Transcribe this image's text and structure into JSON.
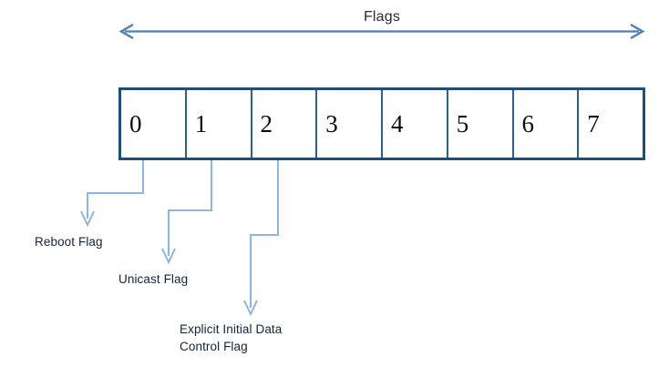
{
  "diagram": {
    "title": "Flags",
    "span_label": "Flags",
    "span_arrow_icon": "double-headed-horizontal-arrow-icon",
    "colors": {
      "box_border": "#1F4E79",
      "cell_divider": "#2E5F8F",
      "span_arrow": "#4A7EBC",
      "leader_line": "#8DB4E2",
      "label_text": "#12233B",
      "digit_text": "#0C0C0C",
      "background": "#FFFFFF"
    },
    "bit_field": {
      "name": "Flags",
      "bit_count": 8,
      "cells": [
        {
          "index": 0,
          "label": "0"
        },
        {
          "index": 1,
          "label": "1"
        },
        {
          "index": 2,
          "label": "2"
        },
        {
          "index": 3,
          "label": "3"
        },
        {
          "index": 4,
          "label": "4"
        },
        {
          "index": 5,
          "label": "5"
        },
        {
          "index": 6,
          "label": "6"
        },
        {
          "index": 7,
          "label": "7"
        }
      ]
    },
    "callouts": [
      {
        "bit": 0,
        "label": "Reboot Flag",
        "arrow_icon": "down-arrow-icon"
      },
      {
        "bit": 1,
        "label": "Unicast Flag",
        "arrow_icon": "down-arrow-icon"
      },
      {
        "bit": 2,
        "label": "Explicit Initial Data\nControl Flag",
        "arrow_icon": "down-arrow-icon"
      }
    ]
  }
}
